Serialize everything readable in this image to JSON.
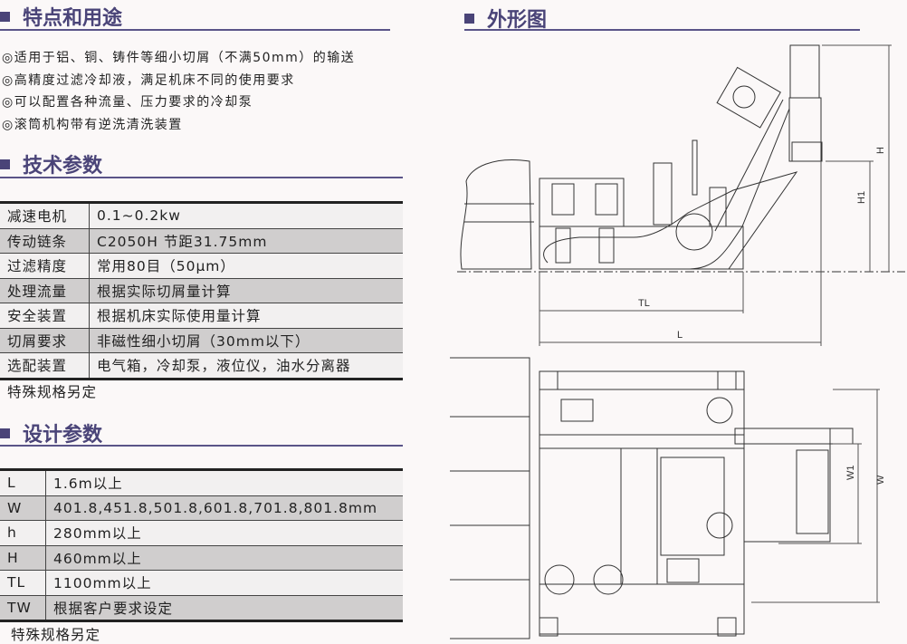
{
  "features": {
    "title": "特点和用途",
    "items": [
      "◎适用于铝、铜、铸件等细小切屑（不满50mm）的输送",
      "◎高精度过滤冷却液，满足机床不同的使用要求",
      "◎可以配置各种流量、压力要求的冷却泵",
      "◎滚筒机构带有逆洗清洗装置"
    ]
  },
  "tech": {
    "title": "技术参数",
    "rows": [
      [
        "减速电机",
        "0.1~0.2kw"
      ],
      [
        "传动链条",
        "C2050H 节距31.75mm"
      ],
      [
        "过滤精度",
        "常用80目（50μm）"
      ],
      [
        "处理流量",
        "根据实际切屑量计算"
      ],
      [
        "安全装置",
        "根据机床实际使用量计算"
      ],
      [
        "切屑要求",
        "非磁性细小切屑（30mm以下）"
      ],
      [
        "选配装置",
        "电气箱，冷却泵，液位仪，油水分离器"
      ]
    ],
    "note": "特殊规格另定"
  },
  "design": {
    "title": "设计参数",
    "rows": [
      [
        "L",
        "1.6m以上"
      ],
      [
        "W",
        "401.8,451.8,501.8,601.8,701.8,801.8mm"
      ],
      [
        "h",
        "280mm以上"
      ],
      [
        "H",
        "460mm以上"
      ],
      [
        "TL",
        "1100mm以上"
      ],
      [
        "TW",
        "根据客户要求设定"
      ]
    ],
    "note": "特殊规格另定"
  },
  "drawing": {
    "title": "外形图",
    "dims": {
      "H": "H",
      "H1": "H1",
      "TL": "TL",
      "L": "L",
      "W1": "W1",
      "W": "W"
    }
  },
  "colors": {
    "accent": "#4a4478"
  }
}
